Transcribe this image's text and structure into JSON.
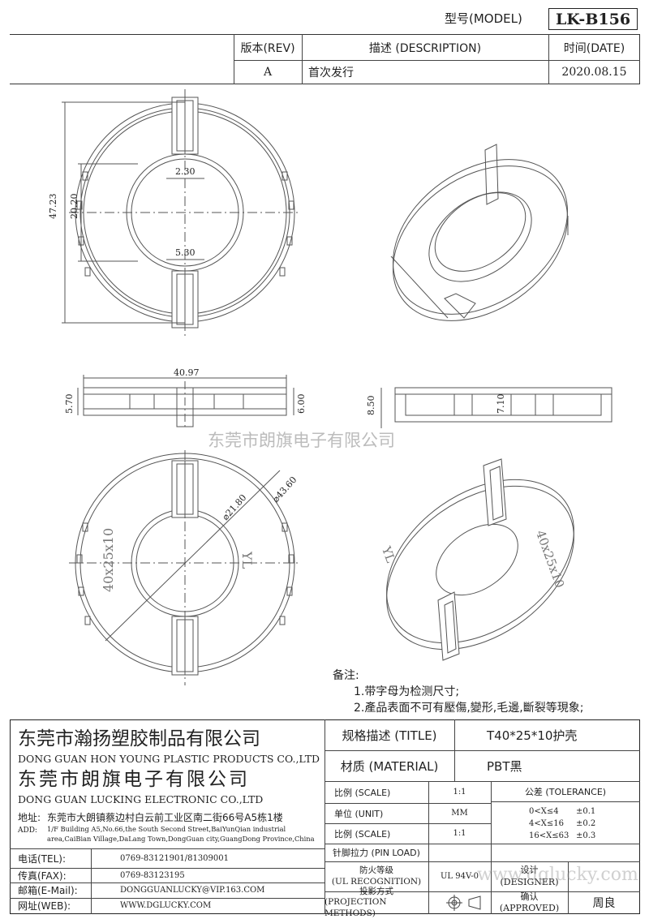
{
  "header": {
    "model_label": "型号(MODEL)",
    "model_value": "LK-B156"
  },
  "revision_table": {
    "col_rev": "版本(REV)",
    "col_desc": "描述 (DESCRIPTION)",
    "col_date": "时间(DATE)",
    "rev": "A",
    "desc": "首次发行",
    "date": "2020.08.15"
  },
  "dimensions": {
    "top_slot": "2.30",
    "bottom_slot": "5.30",
    "outer_height": "47.23",
    "inner_height": "20.20",
    "side_width": "40.97",
    "side_left_h": "5.70",
    "side_right_h": "6.00",
    "front_outer_h": "8.50",
    "front_inner_h": "7.10",
    "dia_inner": "⌀21.80",
    "dia_outer": "⌀43.60",
    "mark_size": "40x25x10",
    "mark_brand": "YL"
  },
  "watermark": "东莞市朗旗电子有限公司",
  "notes": {
    "title": "备注:",
    "items": [
      "1.带字母为检测尺寸;",
      "2.產品表面不可有壓傷,變形,毛邊,斷裂等現象;"
    ]
  },
  "company": {
    "name_cn_1": "东莞市瀚扬塑胶制品有限公司",
    "name_en_1": "DONG GUAN HON YOUNG PLASTIC PRODUCTS CO.,LTD",
    "name_cn_2": "东莞市朗旗电子有限公司",
    "name_en_2": "DONG GUAN LUCKING ELECTRONIC CO.,LTD",
    "addr_label": "地址:",
    "addr_cn": "东莞市大朗镇蔡边村白云前工业区南二街66号A5栋1楼",
    "addr_en_label": "ADD:",
    "addr_en_1": "1/F Building A5,No.66,the South Second Street,BaiYunQian industrial",
    "addr_en_2": "area,CaiBian Village,DaLang Town,DongGuan city,GuangDong Province,China"
  },
  "contacts": [
    {
      "label": "电话(TEL):",
      "value": "0769-83121901/81309001"
    },
    {
      "label": "传真(FAX):",
      "value": "0769-83123195"
    },
    {
      "label": "邮箱(E-Mail):",
      "value": "DONGGUANLUCKY@VIP.163.COM"
    },
    {
      "label": "网址(WEB):",
      "value": "WWW.DGLUCKY.COM"
    }
  ],
  "spec": {
    "title_label": "规格描述 (TITLE)",
    "title_value": "T40*25*10护壳",
    "material_label": "材质 (MATERIAL)",
    "material_value": "PBT黑",
    "scale_label": "比例 (SCALE)",
    "scale_value": "1:1",
    "unit_label": "单位 (UNIT)",
    "unit_value": "MM",
    "scale2_label": "比例 (SCALE)",
    "scale2_value": "1:1",
    "pin_label": "针脚拉力 (PIN LOAD)",
    "ul_label_1": "防火等级",
    "ul_label_2": "(UL RECOGNITION)",
    "ul_value": "UL 94V-0",
    "proj_label_1": "投影方式",
    "proj_label_2": "(PROJECTION METHODS)",
    "tol_title": "公差 (TOLERANCE)",
    "tol_rows": [
      {
        "range": "0<X≤4",
        "val": "±0.1"
      },
      {
        "range": "4<X≤16",
        "val": "±0.2"
      },
      {
        "range": "16<X≤63",
        "val": "±0.3"
      }
    ],
    "designer_1": "设计",
    "designer_2": "(DESIGNER)",
    "approved_1": "确认",
    "approved_2": "(APPROVED)",
    "approved_name": "周良"
  },
  "footer_watermark": "www.dglucky.com"
}
